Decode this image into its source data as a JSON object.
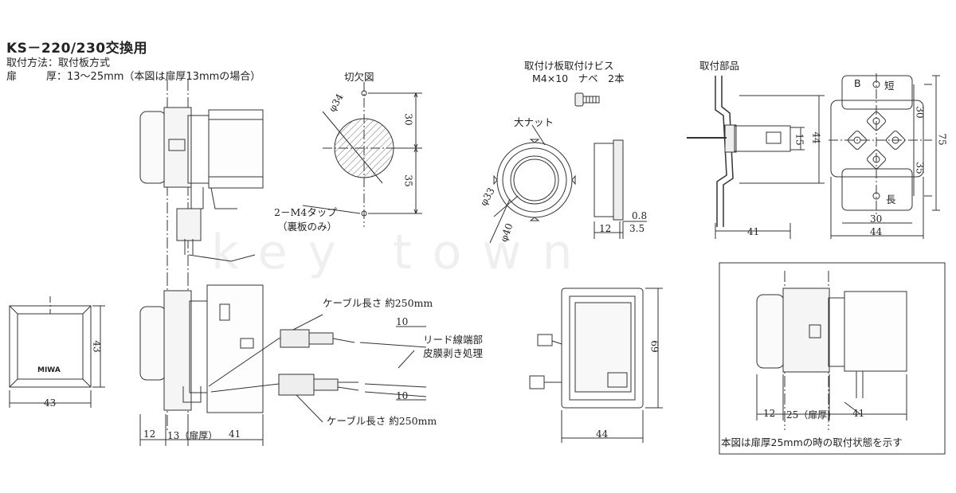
{
  "header": {
    "title": "KS－220/230交換用",
    "mount_method": "取付方法：取付板方式",
    "door_label": "扉",
    "door_thickness": "厚：13～25mm（本図は扉厚13mmの場合）"
  },
  "labels": {
    "cutout": "切欠図",
    "screw_title": "取付け板取付けビス",
    "screw_spec": "M4×10　ナベ　2本",
    "parts": "取付部品",
    "big_nut": "大ナット",
    "tap_1": "2－M4タップ",
    "tap_2": "（裏板のみ）",
    "cable_top": "ケーブル長さ 約250mm",
    "cable_bottom": "ケーブル長さ 約250mm",
    "lead_1": "リード線端部",
    "lead_2": "皮膜剥き処理",
    "side_short": "短",
    "side_long": "長",
    "side_b": "B",
    "note": "本図は扉厚25mmの時の取付状態を示す",
    "brand": "MIWA",
    "watermark": "key town"
  },
  "dimensions": {
    "cut_dia": "φ34",
    "cut_top": "30",
    "cut_bottom": "35",
    "nut_dia_inner": "φ33",
    "nut_dia_outer": "φ40",
    "nut_thick": "0.8",
    "nut_12": "12",
    "nut_35": "3.5",
    "plate_15": "15",
    "plate_44v": "44",
    "plate_41": "41",
    "plate_30": "30",
    "plate_75": "75",
    "plate_35": "35",
    "plate_30b": "30",
    "plate_44": "44",
    "face_43v": "43",
    "face_43h": "43",
    "wire_10a": "10",
    "wire_10b": "10",
    "side_12": "12",
    "side_13": "13（扉厚）",
    "side_41": "41",
    "back_69": "69",
    "back_44": "44",
    "inst_12": "12",
    "inst_25": "25（扉厚）",
    "inst_41": "41"
  }
}
